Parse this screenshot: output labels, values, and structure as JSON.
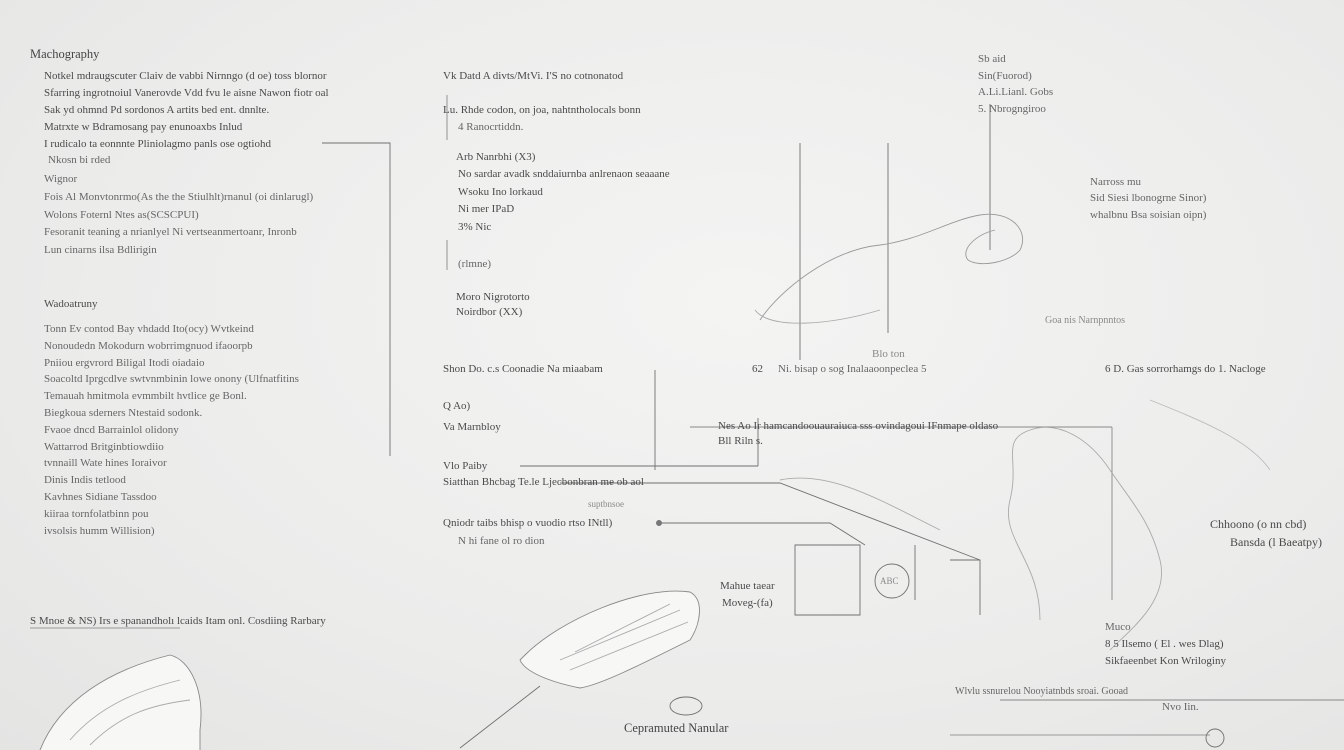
{
  "left_column": {
    "title": "Machography",
    "list_a": [
      "Notkel mdraugscuter Claiv de vabbi Nirnngo (d oe) toss blornor",
      "Sfarring ingrotnoiul Vanerovde Vdd fvu le aisne Nawon fiotr oal",
      "Sak yd ohmnd Pd sordonos A artits bed ent. dnnlte.",
      "Matrxte w Bdramosang pay enunoaxbs Inlud",
      "I rudicalo ta eonnnte Pliniolagmo panls ose ogtiohd"
    ],
    "list_a_sub": "Nkosn bi rded",
    "list_b_head": "Wignor",
    "list_b": [
      "Fois Al Monvtonrmo(As the the Stiulhlt)rnanul (oi dinlarugl)",
      "Wolons Foternl Ntes as(SCSCPUI)",
      "Fesoranit teaning a nrianlyel Ni vertseanmertoanr, Inronb",
      "Lun cinarns ilsa Bdlirigin"
    ],
    "section_two": "Wadoatruny",
    "list_c": [
      "Tonn Ev contod Bay vhdadd Ito(ocy) Wvtkeind",
      "Nonoudedn Mokodurn wobrrimgnuod ifaoorpb",
      "Pniiou ergvrord Biligal Itodi oiadaio",
      "Soacoltd Iprgcdlve swtvnmbinin lowe onony (Ulfnatfitins",
      "Temauah hmitmola evmmbilt hvtlice ge Bonl.",
      "Biegkoua sderners Ntestaid sodonk.",
      "Fvaoe dncd Barrainlol olidony",
      "Wattarrod Britginbtiowdiio",
      "tvnnaill Wate hines Ioraivor",
      "Dinis Indis tetlood",
      "Kavhnes Sidiane Tassdoo",
      "kiiraa tornfolatbinn pou",
      "ivsolsis humm Willision)"
    ],
    "footer_note": "S Mnoe & NS) Irs e spanandholı lcaids Itam onl. Cosdiing Rarbary"
  },
  "middle_column": {
    "item1": "Vk Datd A divts/MtVi. I'S no cotnonatod",
    "item2": "Lu. Rhde codon, on joa, nahtntholocals bonn",
    "item2_sub": "4 Ranocrtiddn.",
    "item3": "Arb Nanrbhi (X3)",
    "item3_list": [
      "No sardar avadk snddaiurnba anlrenaon seaaane",
      "Wsoku Ino lorkaud",
      "Ni mer IPaD",
      "3% Nic"
    ],
    "item3_close": "(rlmne)",
    "item4": "Moro Nigrotorto",
    "item4_sub": "Noirdbor (XX)",
    "sec_a": "Shon Do. c.s Coonadie Na miaabam",
    "sec_a_list": [
      "Q Ao)",
      "Va Marnbloy"
    ],
    "sec_b": "Vlo Paiby",
    "sec_b_sub": "Siatthan Bhcbag Te.le Ljecbonbran me ob aol",
    "sec_b_faint": "suptbnsoe",
    "sec_c": "Qniodr taibs bhisp o vuodio rtso INtll)",
    "sec_c_sub": "N hi fane ol ro dion"
  },
  "upper_right": {
    "legend": [
      "Sb aid",
      "Sin(Fuorod)",
      "A.Li.Lianl. Gobs",
      "5. Nbrogngiroo"
    ],
    "note_title": "Narross mu",
    "note_lines": [
      "Sid Siesi lbonogrne Sinor)",
      "whalbnu Bsa soisian oipn)"
    ],
    "foot_label": "Blo ton",
    "faint_label": "Goa nis Narnpnntos"
  },
  "center": {
    "row_label": "Ni. bisap o sog Inalaaoonpeclea 5",
    "row_label_prefix": "62",
    "mid_label": "Nes Ao Ir hamcandoouauraiuca sss ovindagoui IFnmape oldaso",
    "mid_label_2": "Bll Riln s.",
    "box_label_1": "Mahue taear",
    "box_label_2": "Moveg-(fa)",
    "seal": "ABC",
    "caption": "Cepramuted Nanular"
  },
  "right_column": {
    "head": "6 D. Gas sorrorhamgs do 1. Nacloge",
    "callout": [
      "Chhoono (o nn cbd)",
      "Bansda (l Baeatpy)"
    ],
    "bottom_list": [
      "Muco",
      "8 5 Ilsemo ( El . wes Dlag)",
      "Sikfaeenbet Kon Wriloginy"
    ],
    "bottom_label": "Wlvlu ssnurelou Nooyiatnbds sroai. Gooad",
    "bottom_label_2": "Nvo Iin."
  },
  "colors": {
    "ink": "#555555",
    "line": "#6d6d6d",
    "paper": "#efefee"
  }
}
